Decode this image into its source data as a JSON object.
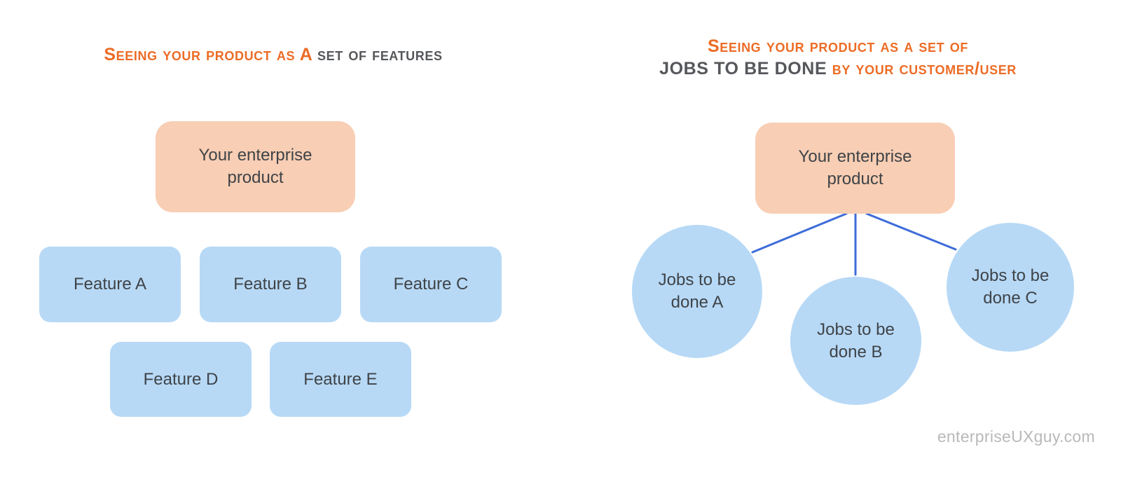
{
  "colors": {
    "accent_orange": "#EC6C26",
    "title_gray": "#55575B",
    "node_text": "#3F4347",
    "root_box_fill": "#F8CEB4",
    "blue_node_fill": "#B7D9F6",
    "connector_blue": "#3E6CD9",
    "watermark_gray": "#B9B9B9"
  },
  "left_panel": {
    "title": {
      "highlight": "Seeing your product as A",
      "rest": "set of features"
    },
    "root_box_label": "Your enterprise product",
    "features": [
      {
        "label": "Feature A"
      },
      {
        "label": "Feature B"
      },
      {
        "label": "Feature C"
      },
      {
        "label": "Feature D"
      },
      {
        "label": "Feature E"
      }
    ]
  },
  "right_panel": {
    "title": {
      "line1": "Seeing your product as a set of",
      "line2_emphasis": "JOBS TO BE DONE",
      "line2_rest": "by your customer/user"
    },
    "root_box_label": "Your enterprise product",
    "jobs": [
      {
        "label": "Jobs to be done A"
      },
      {
        "label": "Jobs to be done B"
      },
      {
        "label": "Jobs to be done C"
      }
    ]
  },
  "footer": {
    "watermark": "enterpriseUXguy.com"
  }
}
